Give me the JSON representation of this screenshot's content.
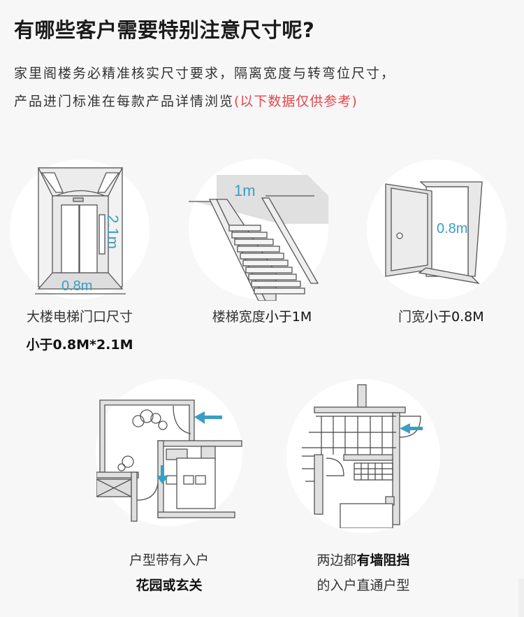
{
  "header": {
    "title": "有哪些客户需要特别注意尺寸呢?",
    "desc_line1": "家里阁楼务必精准核实尺寸要求，隔离宽度与转弯位尺寸，",
    "desc_line2": "产品进门标准在每款产品详情浏览",
    "desc_note": "(以下数据仅供参考)"
  },
  "colors": {
    "accent_blue": "#3a9ec4",
    "note_red": "#e8454a"
  },
  "items": [
    {
      "icon": "elevator-icon",
      "dim_height": "2.1m",
      "dim_width": "0.8m",
      "caption_line1": "大楼电梯门口尺寸",
      "caption_line2": "小于0.8M*2.1M"
    },
    {
      "icon": "staircase-icon",
      "dim_width": "1m",
      "caption_prefix": "楼梯宽度",
      "caption_bold": "小于1M"
    },
    {
      "icon": "door-icon",
      "dim_width": "0.8m",
      "caption_prefix": "门宽",
      "caption_bold": "小于0.8M"
    },
    {
      "icon": "floorplan-garden-entry-icon",
      "caption_line1": "户型带有入户",
      "caption_line2": "花园或玄关"
    },
    {
      "icon": "floorplan-walled-entry-icon",
      "caption_line1_a": "两边都",
      "caption_line1_b": "有墙阻挡",
      "caption_line2": "的入户直通户型"
    }
  ]
}
